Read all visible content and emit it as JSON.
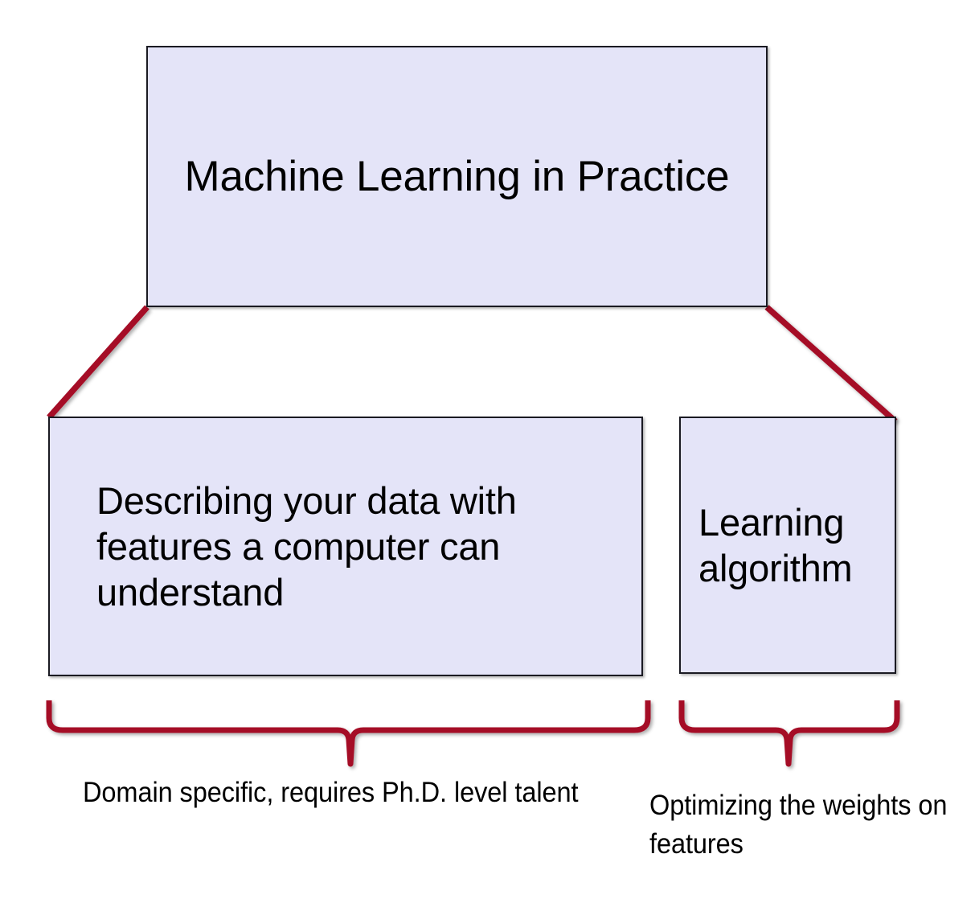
{
  "diagram": {
    "title": "Machine Learning in Practice",
    "palette": {
      "box_fill": "#E4E4F8",
      "box_border": "#1A1A22",
      "connector_red": "#A50F28",
      "brace_red": "#A50F28",
      "text_black": "#000000",
      "background": "#FFFFFF"
    },
    "nodes": {
      "root": {
        "label": "Machine Learning in Practice"
      },
      "features": {
        "label": "Describing your data with features a computer can understand"
      },
      "algorithm": {
        "label": "Learning algorithm"
      }
    },
    "captions": {
      "features_caption": "Domain specific, requires Ph.D. level talent",
      "algorithm_caption": "Optimizing the weights on features"
    },
    "connectors": [
      {
        "name": "root-to-features",
        "from": "root",
        "to": "features"
      },
      {
        "name": "root-to-algorithm",
        "from": "root",
        "to": "algorithm"
      }
    ],
    "braces": [
      {
        "name": "features-brace",
        "spans": "features",
        "caption": "Domain specific, requires Ph.D. level talent"
      },
      {
        "name": "algorithm-brace",
        "spans": "algorithm",
        "caption": "Optimizing the weights on features"
      }
    ]
  }
}
